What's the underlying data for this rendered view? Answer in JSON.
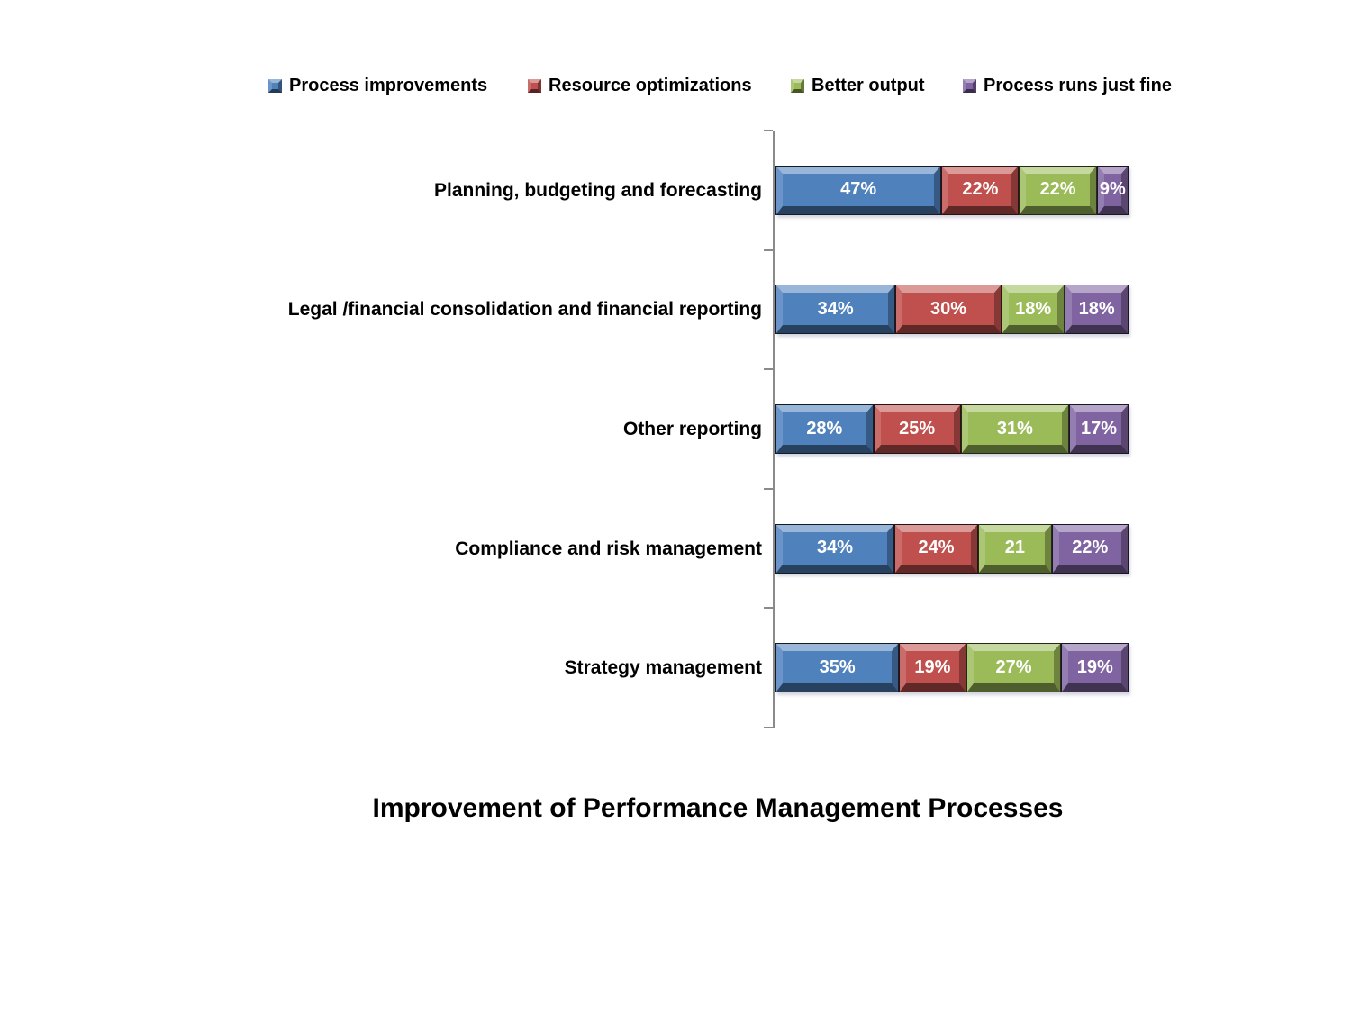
{
  "chart_data": {
    "type": "bar",
    "orientation": "horizontal",
    "stacked": true,
    "title": "Improvement of Performance Management Processes",
    "legend_position": "top",
    "axis_color": "#8a8a8a",
    "categories": [
      "Planning, budgeting and forecasting",
      "Legal /financial consolidation and financial reporting",
      "Other reporting",
      "Compliance and risk management",
      "Strategy management"
    ],
    "series": [
      {
        "name": "Process improvements",
        "color": "#4F81BD",
        "values": [
          47,
          34,
          28,
          34,
          35
        ],
        "labels": [
          "47%",
          "34%",
          "28%",
          "34%",
          "35%"
        ]
      },
      {
        "name": "Resource optimizations",
        "color": "#C0504D",
        "values": [
          22,
          30,
          25,
          24,
          19
        ],
        "labels": [
          "22%",
          "30%",
          "25%",
          "24%",
          "19%"
        ]
      },
      {
        "name": "Better output",
        "color": "#9BBB59",
        "values": [
          22,
          18,
          31,
          21,
          27
        ],
        "labels": [
          "22%",
          "18%",
          "31%",
          "21",
          "27%"
        ]
      },
      {
        "name": "Process runs just fine",
        "color": "#8064A2",
        "values": [
          9,
          18,
          17,
          22,
          19
        ],
        "labels": [
          "9%",
          "18%",
          "17%",
          "22%",
          "19%"
        ]
      }
    ]
  }
}
